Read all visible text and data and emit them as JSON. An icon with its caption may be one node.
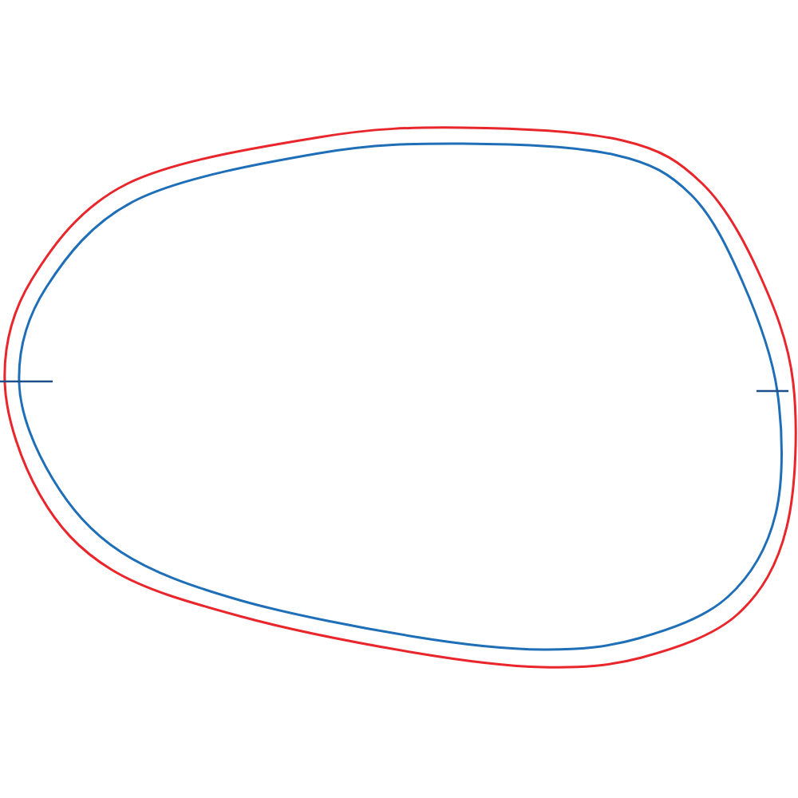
{
  "diagram": {
    "nodes": [
      {
        "text": [],
        "shape": "oval"
      },
      {
        "text": [],
        "shape": "oval",
        "in": 0
      }
    ]
  }
}
